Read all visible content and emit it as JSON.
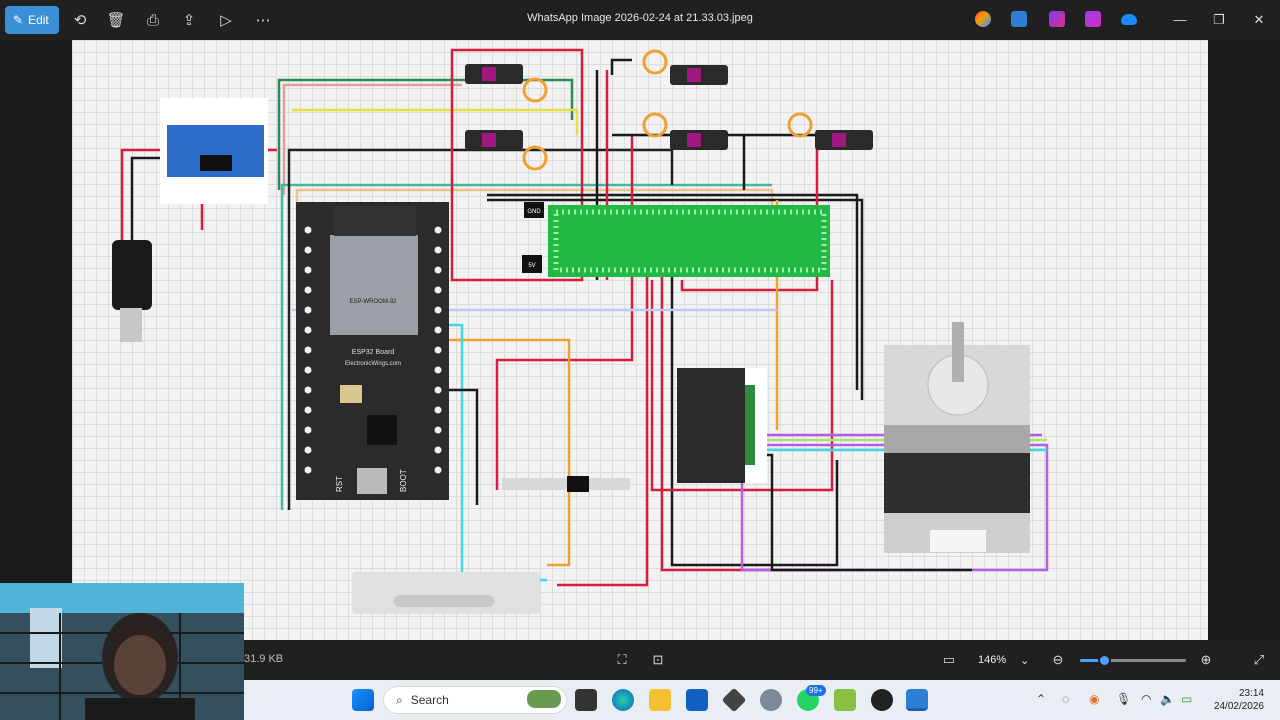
{
  "toolbar": {
    "edit_label": "Edit",
    "icons": [
      "rotate-icon",
      "delete-icon",
      "print-icon",
      "share-icon",
      "slideshow-icon",
      "more-icon"
    ]
  },
  "window": {
    "title": "WhatsApp Image 2026-02-24 at 21.33.03.jpeg",
    "app_icons": [
      "copilot-icon",
      "edit-app-icon",
      "clipchamp-icon",
      "designer-icon",
      "onedrive-icon"
    ],
    "controls": [
      "minimize-icon",
      "maximize-icon",
      "close-icon"
    ]
  },
  "image_labels": {
    "gnd_label": "GND",
    "fivev_label": "5V",
    "esp_module_label": "ESP-WROOM-32",
    "esp_board_label": "ESP32 Board",
    "esp_brand_label": "ElectronicWings.com",
    "rst_label": "RST",
    "boot_label": "BOOT"
  },
  "status": {
    "file_size": "31.9 KB",
    "zoom_value": "146%",
    "zoom_fraction": 0.23
  },
  "taskbar": {
    "search_placeholder": "Search",
    "notification_badge": "99+",
    "time": "23:14",
    "date": "24/02/2026"
  },
  "colors": {
    "accent": "#3b8fd6",
    "wire_red": "#d81c3c",
    "wire_black": "#1a1a1a",
    "wire_green": "#2e8b57",
    "wire_orange": "#f0a030",
    "wire_cyan": "#40d8e0",
    "wire_purple": "#b060e0",
    "protoboard_green": "#22b845"
  }
}
